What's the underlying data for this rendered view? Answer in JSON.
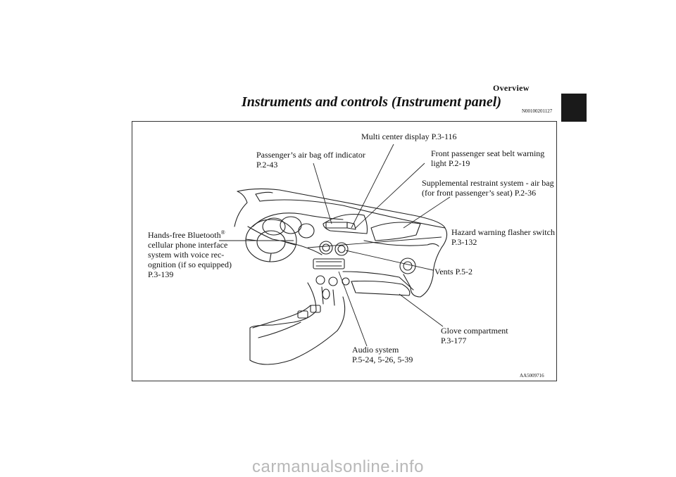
{
  "header": {
    "section": "Overview",
    "title": "Instruments and controls (Instrument panel)",
    "code": "N00100201127"
  },
  "figure": {
    "code": "AA5009716",
    "callouts": {
      "multi_center": [
        "Multi center display P.3-116"
      ],
      "airbag_off": [
        "Passenger’s air bag off indicator",
        "P.2-43"
      ],
      "seat_belt": [
        "Front passenger seat belt warning",
        "light P.2-19"
      ],
      "srs": [
        "Supplemental restraint system - air bag",
        "(for front passenger’s seat) P.2-36"
      ],
      "hazard": [
        "Hazard warning flasher switch",
        "P.3-132"
      ],
      "bluetooth_first": "Hands-free Bluetooth",
      "bluetooth_mark": "®",
      "bluetooth_rest": [
        "cellular phone interface",
        "system with voice rec-",
        "ognition (if so equipped)",
        "P.3-139"
      ],
      "vents": [
        "Vents P.5-2"
      ],
      "glove": [
        "Glove compartment",
        "P.3-177"
      ],
      "audio": [
        "Audio system",
        "P.5-24, 5-26, 5-39"
      ]
    }
  },
  "watermark": "carmanualsonline.info"
}
